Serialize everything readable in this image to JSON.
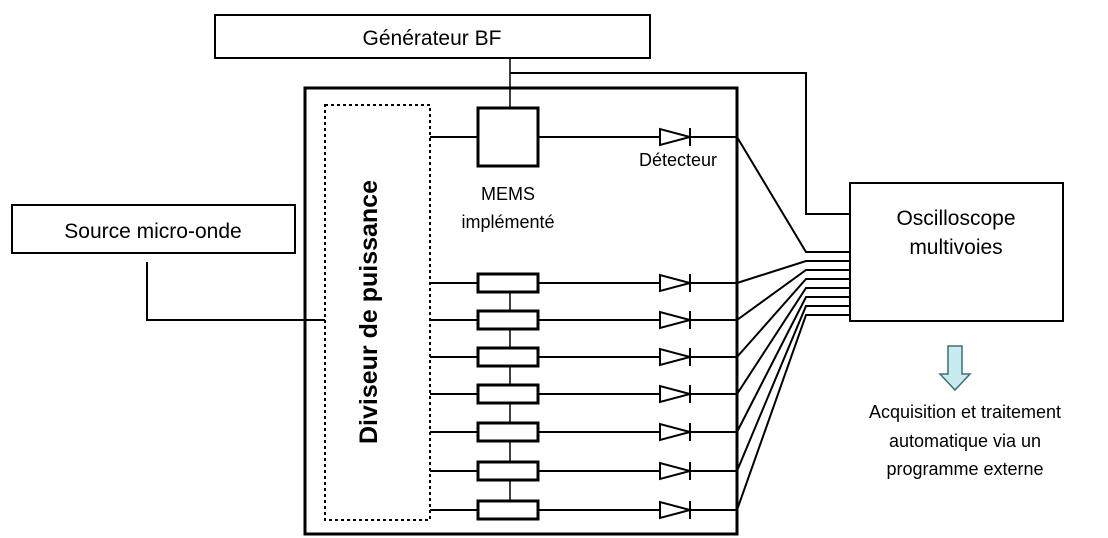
{
  "generator": {
    "label": "Générateur BF"
  },
  "source": {
    "label": "Source micro-onde"
  },
  "splitter": {
    "label": "Diviseur de puissance"
  },
  "mems": {
    "label_line1": "MEMS",
    "label_line2": "implémenté"
  },
  "detector": {
    "label": "Détecteur"
  },
  "oscilloscope": {
    "label_line1": "Oscilloscope",
    "label_line2": "multivoies"
  },
  "acquisition": {
    "line1": "Acquisition et traitement",
    "line2": "automatique via un",
    "line3": "programme externe"
  },
  "colors": {
    "stroke": "#000000",
    "arrow_fill": "#c7ecf0",
    "arrow_stroke": "#3c6e78"
  },
  "channels": {
    "count": 8
  }
}
